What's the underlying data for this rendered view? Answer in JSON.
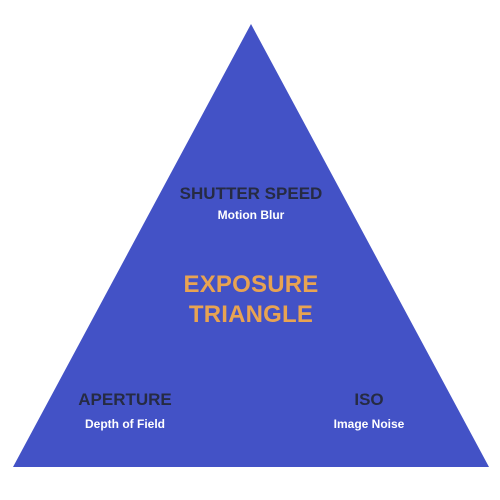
{
  "colors": {
    "triangle": "#4352C6",
    "center_title": "#E8A352",
    "corner_title": "#262B43",
    "corner_subtitle": "#FFFFFF"
  },
  "center_title": {
    "line1": "EXPOSURE",
    "line2": "TRIANGLE"
  },
  "top": {
    "title": "SHUTTER SPEED",
    "subtitle": "Motion Blur"
  },
  "bottom_left": {
    "title": "APERTURE",
    "subtitle": "Depth of Field"
  },
  "bottom_right": {
    "title": "ISO",
    "subtitle": "Image Noise"
  }
}
